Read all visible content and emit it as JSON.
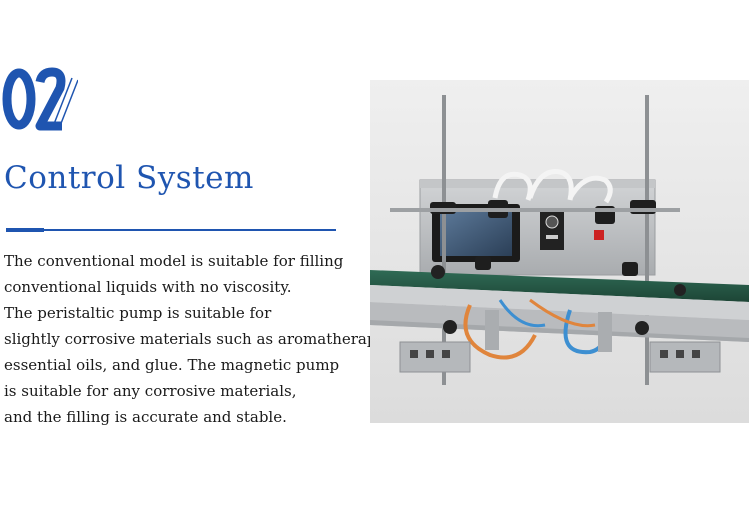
{
  "section": {
    "number": "02",
    "title": "Control System"
  },
  "description": {
    "lines": [
      "The conventional model is suitable for filling",
      "conventional liquids with no viscosity.",
      "The peristaltic pump is suitable for",
      "slightly corrosive materials such as aromatherapy,",
      "essential oils, and glue. The magnetic pump",
      "is suitable for any corrosive materials,",
      "and the filling is accurate and stable."
    ]
  },
  "colors": {
    "accent": "#1f55b0",
    "photo_background": "#e6e6e6"
  },
  "photo": {
    "subject": "liquid filling machine with conveyor belt, nozzles, tubing and touch-screen control panel"
  }
}
